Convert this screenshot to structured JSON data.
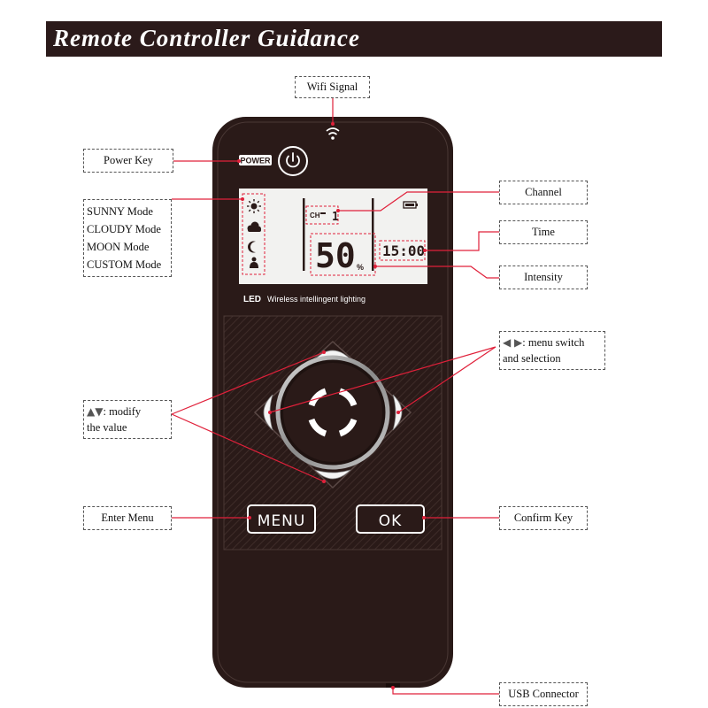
{
  "title": "Remote Controller Guidance",
  "callouts": {
    "wifi": "Wifi Signal",
    "power_key": "Power Key",
    "modes": [
      "SUNNY Mode",
      "CLOUDY Mode",
      "MOON Mode",
      "CUSTOM Mode"
    ],
    "channel": "Channel",
    "time": "Time",
    "intensity": "Intensity",
    "menu_switch_symbols": "◀ ▶",
    "menu_switch_line1": ": menu switch",
    "menu_switch_line2": "and selection",
    "modify_symbols": "▲▼",
    "modify_line1": ": modify",
    "modify_line2": "the value",
    "enter_menu": "Enter Menu",
    "confirm_key": "Confirm Key",
    "usb": "USB Connector"
  },
  "device": {
    "power_label": "POWER",
    "channel_prefix": "CH",
    "channel_value": "1",
    "intensity_value": "50",
    "intensity_unit": "%",
    "time_value": "15:00",
    "brand_led": "LED",
    "brand_tagline": "Wireless intellingent lighting",
    "menu_button": "MENU",
    "ok_button": "OK"
  },
  "colors": {
    "body": "#2a1a18",
    "leader_line": "#e0203a",
    "lcd_bg": "#f2f2f0",
    "title_bar": "#2b1a1a"
  }
}
